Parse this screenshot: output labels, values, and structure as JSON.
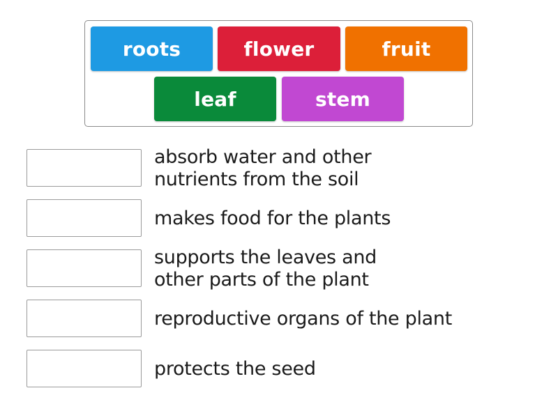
{
  "word_bank": {
    "tiles": [
      {
        "label": "roots",
        "color": "#1e9ae3"
      },
      {
        "label": "flower",
        "color": "#dc1f39"
      },
      {
        "label": "fruit",
        "color": "#f07100"
      },
      {
        "label": "leaf",
        "color": "#0a8a3a"
      },
      {
        "label": "stem",
        "color": "#c148d2"
      }
    ]
  },
  "targets": [
    {
      "description": "absorb water and other\nnutrients from the soil",
      "answer": ""
    },
    {
      "description": "makes food for the plants",
      "answer": ""
    },
    {
      "description": "supports the leaves and\nother parts of the plant",
      "answer": ""
    },
    {
      "description": "reproductive organs of the plant",
      "answer": ""
    },
    {
      "description": "protects the seed",
      "answer": ""
    }
  ]
}
